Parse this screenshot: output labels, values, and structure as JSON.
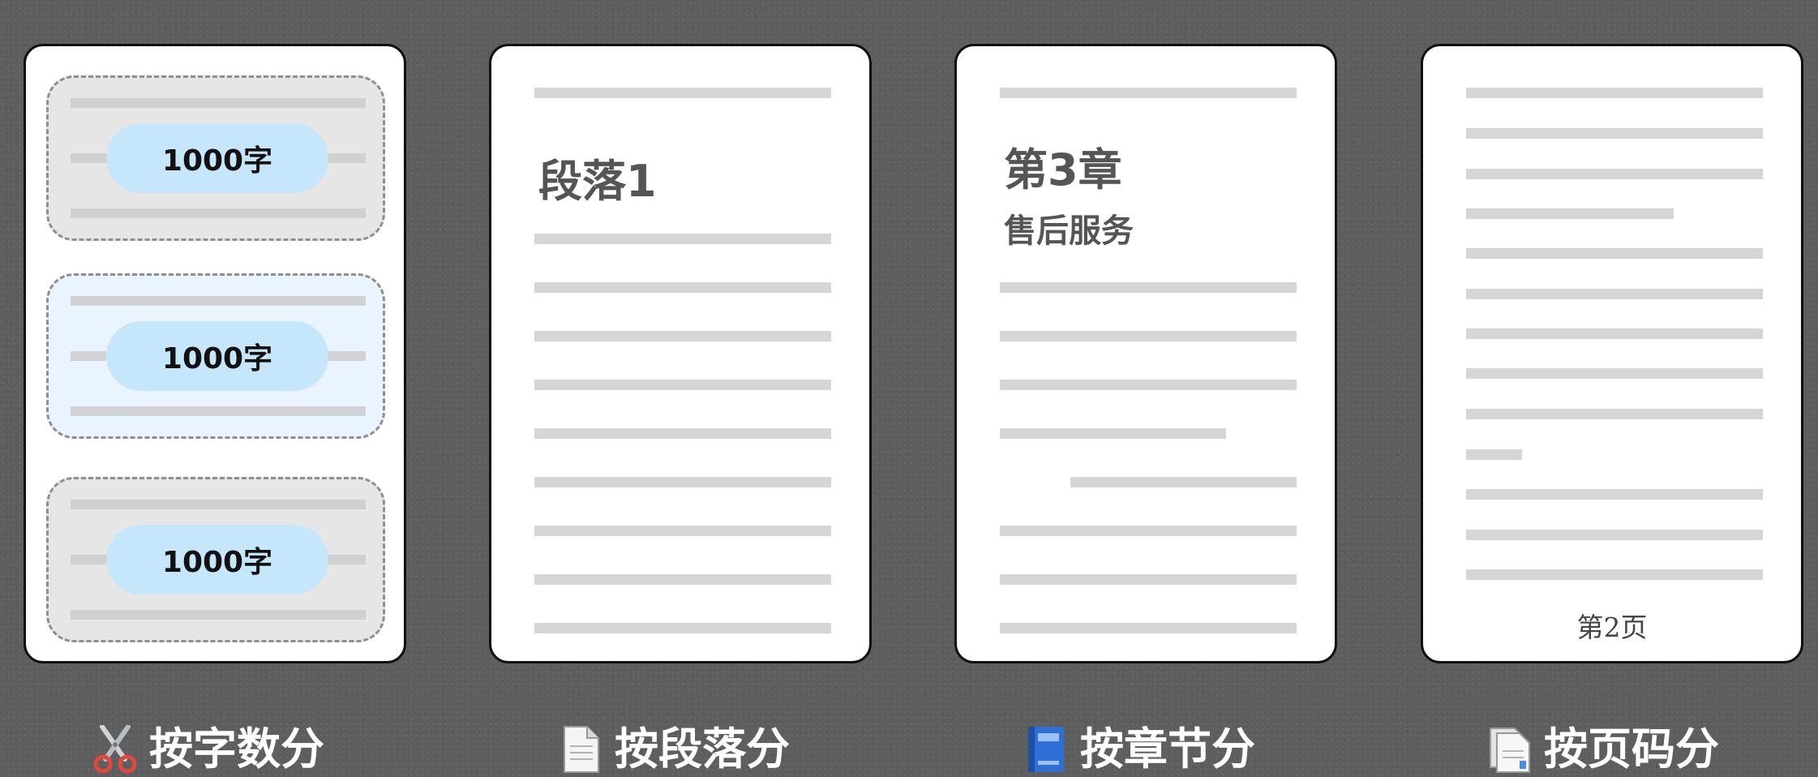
{
  "methods": [
    {
      "label": "按字数分",
      "icon": "scissors-icon",
      "chunks": [
        "1000字",
        "1000字",
        "1000字"
      ]
    },
    {
      "label": "按段落分",
      "icon": "document-icon",
      "heading": "段落1"
    },
    {
      "label": "按章节分",
      "icon": "blue-book-icon",
      "heading": "第3章",
      "subheading": "售后服务"
    },
    {
      "label": "按页码分",
      "icon": "page-icon",
      "page_number": "第2页"
    }
  ],
  "colors": {
    "background": "#5e5e5e",
    "card": "#ffffff",
    "text_line": "#d6d6d6",
    "chunk_highlight": "#eaf4ff",
    "pill": "#c6e6fb",
    "heading": "#555555"
  }
}
